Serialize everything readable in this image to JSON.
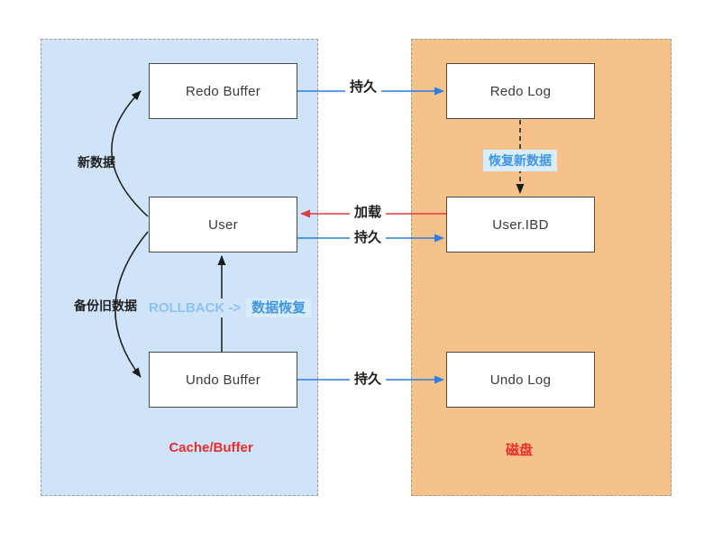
{
  "diagram": {
    "regions": {
      "cache": {
        "label": "Cache/Buffer"
      },
      "disk": {
        "label": "磁盘"
      }
    },
    "nodes": {
      "redo_buffer": {
        "label": "Redo Buffer"
      },
      "user": {
        "label": "User"
      },
      "undo_buffer": {
        "label": "Undo Buffer"
      },
      "redo_log": {
        "label": "Redo Log"
      },
      "user_ibd": {
        "label": "User.IBD"
      },
      "undo_log": {
        "label": "Undo Log"
      }
    },
    "edges": {
      "redo_persist": {
        "label": "持久",
        "from": "Redo Buffer",
        "to": "Redo Log",
        "style": "solid-blue"
      },
      "load": {
        "label": "加载",
        "from": "User.IBD",
        "to": "User",
        "style": "solid-red"
      },
      "user_persist": {
        "label": "持久",
        "from": "User",
        "to": "User.IBD",
        "style": "solid-blue"
      },
      "undo_persist": {
        "label": "持久",
        "from": "Undo Buffer",
        "to": "Undo Log",
        "style": "solid-blue"
      },
      "recover_new_data": {
        "label": "恢复新数据",
        "from": "Redo Log",
        "to": "User.IBD",
        "style": "dashed-black"
      },
      "new_data": {
        "label": "新数据",
        "from": "User",
        "to": "Redo Buffer",
        "style": "curved-black"
      },
      "backup_old_data": {
        "label": "备份旧数据",
        "from": "User",
        "to": "Undo Buffer",
        "style": "curved-black"
      },
      "rollback": {
        "prefix": "ROLLBACK ->",
        "suffix": "数据恢复",
        "from": "Undo Buffer",
        "to": "User",
        "style": "solid-black"
      }
    },
    "colors": {
      "cache_bg": "#cfe4f8",
      "disk_bg": "#f6c28c",
      "blue_arrow": "#2f7de1",
      "red_arrow": "#e23b3b",
      "black_arrow": "#1a1a1a",
      "region_label": "#ee2c2c",
      "highlight_text": "#4296e2",
      "highlight_bg": "#d9ecf9"
    }
  }
}
